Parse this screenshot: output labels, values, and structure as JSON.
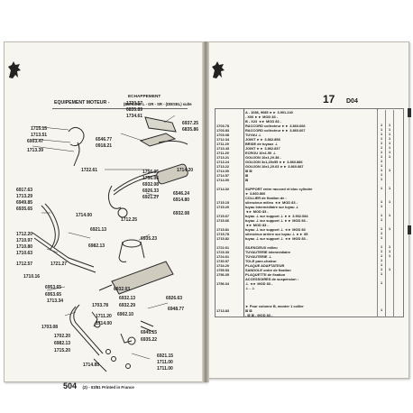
{
  "left_page": {
    "header": {
      "title": "EQUIPEMENT MOTEUR -",
      "section": "ECHAPPEMENT",
      "models": "(BERLINE L - GR - SR - (DIESEL) suite"
    },
    "footer": {
      "page_number": "504",
      "print_text": "(2) - 03/81 Printed in France"
    },
    "callouts": [
      "1715.15",
      "1713.51",
      "6903.47",
      "1713.39",
      "1730.57",
      "6835.89",
      "1734.61",
      "6937.25",
      "6835.86",
      "6546.77",
      "0918.21",
      "1722.61",
      "6917.63",
      "1713.29",
      "6949.85",
      "6935.65",
      "1714.00",
      "1714.20",
      "1756.05",
      "1756.06",
      "6932.08",
      "6926.33",
      "6921.27",
      "1712.20",
      "6546.24",
      "6914.80",
      "1710.97",
      "6932.08",
      "1712.25",
      "1710.80",
      "6921.13",
      "1710.63",
      "6935.23",
      "1712.57",
      "1721.27",
      "6982.13",
      "1710.16",
      "6953.65",
      "6953.65",
      "1713.34",
      "6926.63",
      "6932.03",
      "1703.08",
      "6948.77",
      "6902.10",
      "1702.20",
      "6932.29",
      "6932.13",
      "1703.78",
      "1711.20",
      "6982.13",
      "1715.20",
      "1714.00",
      "6945.15",
      "6935.22",
      "6921.15",
      "1711.00",
      "1711.00",
      "1714.85"
    ]
  },
  "right_page": {
    "page_number": "17",
    "code": "D04",
    "rows": [
      {
        "pn": "",
        "desc": "A - 1086, 9085 ►► 3.901.240"
      },
      {
        "pn": "",
        "desc": "- X06 ►► MOD 83 -"
      },
      {
        "pn": "",
        "desc": "B - X23 ◄► MOD 83 -"
      },
      {
        "pn": "1703.78",
        "desc": "RACCORD collecteur ►► 3.860.666"
      },
      {
        "pn": "1703.83",
        "desc": "RACCORD collecteur ►► 3.860.667"
      },
      {
        "pn": "1703.08",
        "desc": "TUYAU ⊥"
      },
      {
        "pn": "1712.34",
        "desc": "JOINT ►► 3.862.858"
      },
      {
        "pn": "1711.29",
        "desc": "BRIDE de tuyaux ⊥"
      },
      {
        "pn": "1713.43",
        "desc": "JOINT ►► 3.862.837"
      },
      {
        "pn": "1711.29",
        "desc": "ECROU 10x1.50 ⊥"
      },
      {
        "pn": "1713.21",
        "desc": "GOUJON 10x1,20.38 -"
      },
      {
        "pn": "1713.24",
        "desc": "GOUJON 3x1,25x55 ►► 3.860.886"
      },
      {
        "pn": "1713.22",
        "desc": "GOUJON 10x1,20.63 ►► 3.860.887"
      },
      {
        "pn": "1714.00",
        "desc": "⊠ ⊠"
      },
      {
        "pn": "1714.57",
        "desc": "⊠"
      },
      {
        "pn": "1714.00",
        "desc": "⊠"
      },
      {
        "pn": "",
        "desc": ""
      },
      {
        "pn": "1714.02",
        "desc": "SUPPORT entre raccord et bloc cylindre"
      },
      {
        "pn": "",
        "desc": "► 3.860.866"
      },
      {
        "pn": "",
        "desc": "COLLIER de fixation de :"
      },
      {
        "pn": "1715.15",
        "desc": "silencieux milieu ◄► MOD 83 -"
      },
      {
        "pn": "1715.20",
        "desc": "tuyau intermédiaire sur tuyau ⊥"
      },
      {
        "pn": "",
        "desc": "◄► MOD 83 -"
      },
      {
        "pn": "1715.67",
        "desc": "tuyau ⊥ sur support ⊥ ►► 3.902.084"
      },
      {
        "pn": "1715.66",
        "desc": "tuyau ⊥ sur support ⊥ ►► MOD 83 -"
      },
      {
        "pn": "",
        "desc": "◄► MOD 83 -"
      },
      {
        "pn": "1715.81",
        "desc": "tuyau ⊥ sur support ⊥ ◄► MOD 83"
      },
      {
        "pn": "1715.78",
        "desc": "silencieux arrière sur tuyau ⊥ ►► 85"
      },
      {
        "pn": "1715.82",
        "desc": "tuyau ⊥ sur support ⊥ ◄► MOD 83 -"
      },
      {
        "pn": "",
        "desc": ""
      },
      {
        "pn": "1722.61",
        "desc": "SILENCIEUX milieu"
      },
      {
        "pn": "1723.33",
        "desc": "TUYAUTERIE intermédiaire"
      },
      {
        "pn": "1724.61",
        "desc": "TUYAUTERIE ⊥"
      },
      {
        "pn": "1730.57",
        "desc": "TOLE pare-chaleur"
      },
      {
        "pn": "1734.20",
        "desc": "PLAQUE ADAPTATEUR"
      },
      {
        "pn": "1755.53",
        "desc": "SANDOLE ordre de fixation"
      },
      {
        "pn": "1756.05",
        "desc": "PLAQUETTE de fixation"
      },
      {
        "pn": "",
        "desc": "ACCESSOIRES de suspension :"
      },
      {
        "pn": "1756.04",
        "desc": "⊥ ◄► MOD 83 -"
      },
      {
        "pn": "",
        "desc": "⊥ - ⊥"
      },
      {
        "pn": "",
        "desc": ""
      },
      {
        "pn": "",
        "desc": ""
      },
      {
        "pn": "",
        "desc": ""
      },
      {
        "pn": "",
        "desc": "► Pour colonne B, monter 1 collier"
      },
      {
        "pn": "1713.83",
        "desc": "⊠ ⊠"
      },
      {
        "pn": "",
        "desc": "- ⊠ ⊠ - MOD 83 -"
      }
    ],
    "qty": [
      [
        "",
        "",
        ""
      ],
      [
        "",
        "",
        ""
      ],
      [
        "",
        "",
        ""
      ],
      [
        "1",
        "1",
        ""
      ],
      [
        "1",
        "1",
        ""
      ],
      [
        "1",
        "1",
        ""
      ],
      [
        "1",
        "1",
        ""
      ],
      [
        "1",
        "1",
        ""
      ],
      [
        "1",
        "1",
        ""
      ],
      [
        "1",
        "1",
        ""
      ],
      [
        "1",
        "1",
        ""
      ],
      [
        "1",
        "",
        ""
      ],
      [
        "1",
        "",
        ""
      ],
      [
        "1",
        "1",
        ""
      ],
      [
        "1",
        "",
        ""
      ],
      [
        "1",
        "",
        ""
      ],
      [
        "",
        "",
        ""
      ],
      [
        "1",
        "1",
        ""
      ],
      [
        "",
        "",
        ""
      ],
      [
        "",
        "",
        ""
      ],
      [
        "1",
        "1",
        ""
      ],
      [
        "1",
        "",
        ""
      ],
      [
        "",
        "",
        ""
      ],
      [
        "1",
        "1",
        ""
      ],
      [
        "1",
        "",
        ""
      ],
      [
        "",
        "",
        ""
      ],
      [
        "1",
        "1",
        ""
      ],
      [
        "1",
        "",
        ""
      ],
      [
        "1",
        "",
        ""
      ],
      [
        "",
        "",
        ""
      ],
      [
        "1",
        "1",
        ""
      ],
      [
        "1",
        "1",
        ""
      ],
      [
        "1",
        "1",
        ""
      ],
      [
        "1",
        "",
        ""
      ],
      [
        "1",
        "",
        ""
      ],
      [
        "1",
        "1",
        ""
      ],
      [
        "1",
        "",
        ""
      ],
      [
        "",
        "",
        ""
      ],
      [
        "1",
        "",
        ""
      ],
      [
        "",
        "",
        ""
      ],
      [
        "",
        "",
        ""
      ],
      [
        "",
        "",
        ""
      ],
      [
        "",
        "",
        ""
      ],
      [
        "",
        "",
        ""
      ],
      [
        "1",
        "",
        ""
      ],
      [
        "",
        "",
        ""
      ]
    ]
  },
  "colors": {
    "page": "#f7f5ef",
    "ink": "#1a1a1a",
    "background": "#ffffff"
  }
}
